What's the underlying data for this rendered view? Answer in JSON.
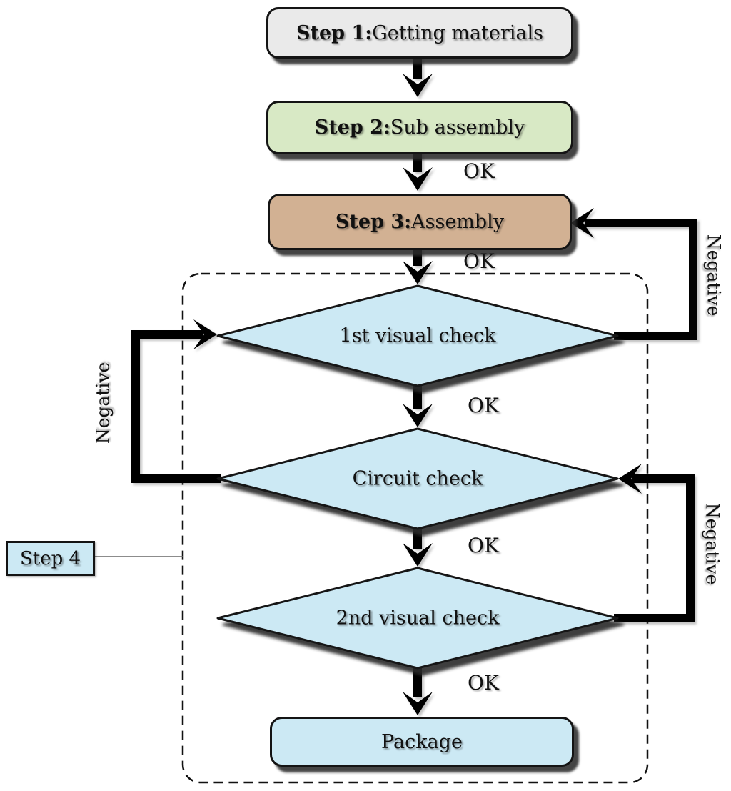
{
  "figure": {
    "type": "flowchart",
    "description": "Manufacturing/assembly process flow with quality checks"
  },
  "nodes": {
    "step1": {
      "bold": "Step 1:",
      "rest": " Getting materials",
      "shape": "rounded-rect",
      "fill": "#eaeaea"
    },
    "step2": {
      "bold": "Step 2:",
      "rest": " Sub assembly",
      "shape": "rounded-rect",
      "fill": "#d8e9c5"
    },
    "step3": {
      "bold": "Step 3:",
      "rest": " Assembly",
      "shape": "rounded-rect",
      "fill": "#d2b193"
    },
    "check1": {
      "label": "1st visual check",
      "shape": "diamond",
      "fill": "#cce9f4"
    },
    "check2": {
      "label": "Circuit check",
      "shape": "diamond",
      "fill": "#cce9f4"
    },
    "check3": {
      "label": "2nd visual check",
      "shape": "diamond",
      "fill": "#cce9f4"
    },
    "package": {
      "label": "Package",
      "shape": "rounded-rect",
      "fill": "#cce9f4"
    },
    "step4": {
      "label": "Step 4",
      "shape": "rect-callout",
      "fill": "#cce9f4"
    }
  },
  "edge_labels": {
    "ok_step2_to_step3": "OK",
    "ok_step3_to_check1": "OK",
    "ok_check1_to_check2": "OK",
    "ok_check2_to_check3": "OK",
    "ok_check3_to_package": "OK",
    "negative_check2_to_check1": "Negative",
    "negative_check1_to_step3": "Negative",
    "negative_check3_to_check2": "Negative"
  },
  "colors": {
    "outline": "#141414",
    "arrow": "#000000",
    "shadow": "#2a2a2a",
    "dashed_group_border": "#111111",
    "background": "#ffffff"
  }
}
